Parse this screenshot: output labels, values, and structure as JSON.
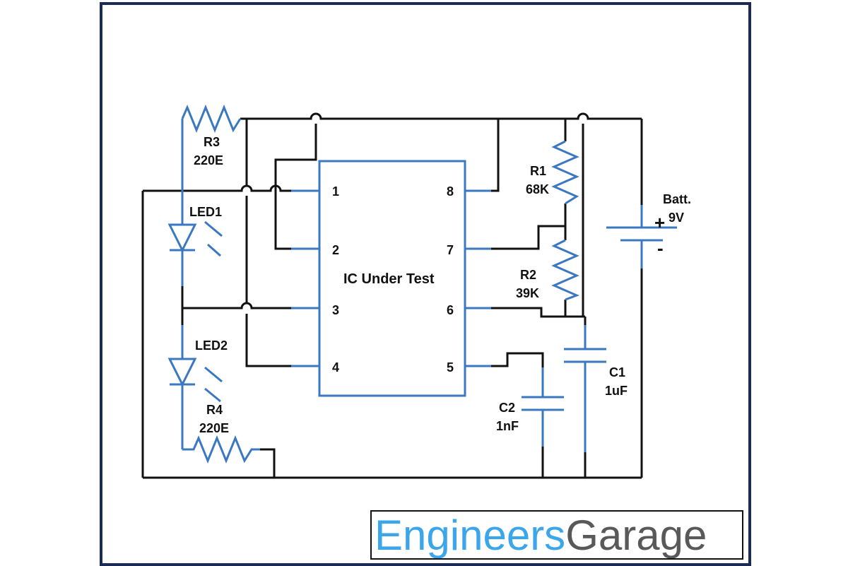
{
  "ic": {
    "title": "IC Under Test",
    "pins": [
      "1",
      "2",
      "3",
      "4",
      "5",
      "6",
      "7",
      "8"
    ]
  },
  "components": {
    "r1": {
      "name": "R1",
      "value": "68K"
    },
    "r2": {
      "name": "R2",
      "value": "39K"
    },
    "r3": {
      "name": "R3",
      "value": "220E"
    },
    "r4": {
      "name": "R4",
      "value": "220E"
    },
    "led1": {
      "name": "LED1"
    },
    "led2": {
      "name": "LED2"
    },
    "c1": {
      "name": "C1",
      "value": "1uF"
    },
    "c2": {
      "name": "C2",
      "value": "1nF"
    },
    "battery": {
      "name": "Batt.",
      "value": "9V",
      "plus": "+",
      "minus": "-"
    }
  },
  "logo": {
    "part1": "Engineers",
    "part2": "Garage"
  },
  "colors": {
    "wire": "#111111",
    "component": "#3a78c2",
    "frame": "#1b2a57",
    "logo_blue": "#3ca6ea",
    "logo_gray": "#595959"
  }
}
